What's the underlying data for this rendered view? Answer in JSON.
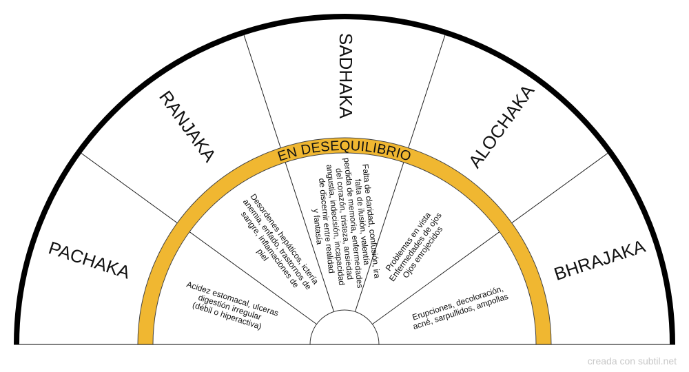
{
  "ring_label": "EN DESEQUILIBRIO",
  "ring_color": "#f0b731",
  "outer_border_color": "#000000",
  "sectors": [
    {
      "name": "PACHAKA",
      "symptoms": [
        "Acidez estomacal, ulceras",
        "digestión irregular",
        "(débil o hiperactiva)"
      ]
    },
    {
      "name": "RANJAKA",
      "symptoms": [
        "Desordenes hepáticos, ictería",
        "anemia, enfado, trastornos de",
        "sangre, inflamaciones de",
        "piel"
      ]
    },
    {
      "name": "SADHAKA",
      "symptoms": [
        "Falta de claridad, confusión, ira",
        "falta de ilusión, valentía",
        "perdida de memoria, enfermedades",
        "del corazón, tristeza, ansiedad",
        "angustia, indecisión, incapacidad",
        "de discernir entre realidad",
        "y fantasía"
      ]
    },
    {
      "name": "ALOCHAKA",
      "symptoms": [
        "Problemas en vista",
        "Enfermedades de ojos",
        "Ojos enrojecidos"
      ]
    },
    {
      "name": "BHRAJAKA",
      "symptoms": [
        "Erupciones, decoloración,",
        "acné, sarpullidos, ampollas"
      ]
    }
  ],
  "watermark": "creada con subtil.net"
}
